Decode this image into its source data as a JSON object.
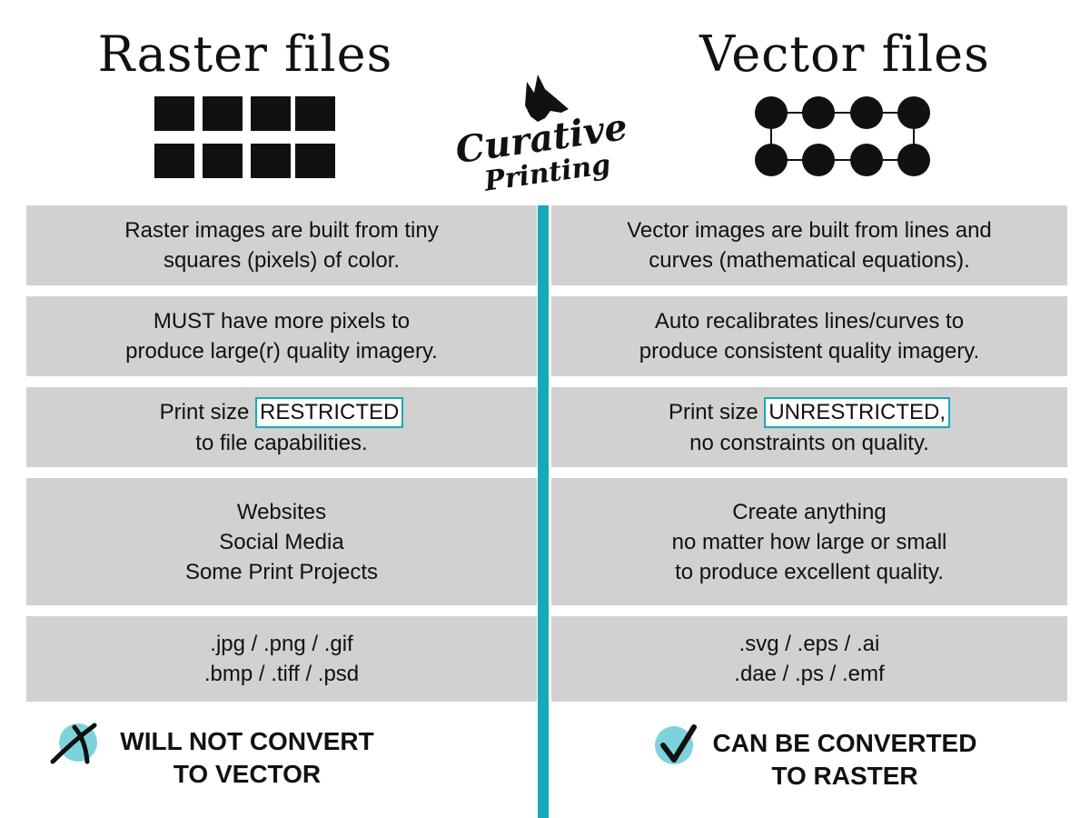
{
  "colors": {
    "accent": "#17a9b9",
    "badge": "#7dd3dc",
    "box": "#d1d1d1",
    "ink": "#111111"
  },
  "headings": {
    "raster": "Raster files",
    "vector": "Vector files"
  },
  "logo": {
    "line1": "Curative",
    "line2": "Printing",
    "icon": "wolf-head-icon"
  },
  "icons": {
    "raster": "pixel-grid-icon",
    "vector": "node-graph-icon",
    "cross": "x-mark-icon",
    "check": "check-mark-icon"
  },
  "rows": [
    {
      "raster": [
        "Raster images are built from tiny",
        "squares (pixels) of color."
      ],
      "vector": [
        "Vector images are built from lines and",
        "curves (mathematical equations)."
      ]
    },
    {
      "raster": [
        "MUST have more pixels to",
        "produce large(r) quality imagery."
      ],
      "vector": [
        "Auto recalibrates lines/curves to",
        "produce consistent quality imagery."
      ]
    },
    {
      "raster": {
        "prefix": "Print size ",
        "highlight": "RESTRICTED",
        "line2": "to file capabilities."
      },
      "vector": {
        "prefix": "Print size ",
        "highlight": "UNRESTRICTED,",
        "line2": "no constraints on quality."
      }
    },
    {
      "raster": [
        "Websites",
        "Social Media",
        "Some Print Projects"
      ],
      "vector": [
        "Create anything",
        "no matter how large or small",
        "to produce excellent quality."
      ]
    },
    {
      "raster": [
        ".jpg / .png / .gif",
        ".bmp / .tiff / .psd"
      ],
      "vector": [
        ".svg / .eps / .ai",
        ".dae / .ps / .emf"
      ]
    }
  ],
  "verdicts": {
    "raster": [
      "WILL NOT CONVERT",
      "TO VECTOR"
    ],
    "vector": [
      "CAN BE CONVERTED",
      "TO RASTER"
    ]
  }
}
